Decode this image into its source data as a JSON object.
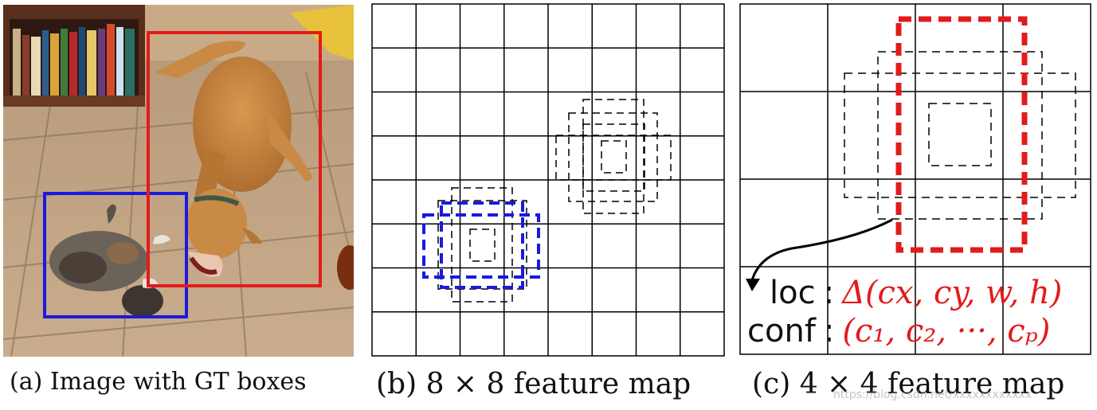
{
  "captions": {
    "a": "(a) Image with GT boxes",
    "b": "(b) 8 × 8 feature map",
    "c": "(c) 4 × 4 feature map"
  },
  "panel_c": {
    "loc_label": "loc",
    "loc_sep": ":",
    "loc_value": "Δ(cx, cy, w, h)",
    "conf_label": "conf",
    "conf_sep": ":",
    "conf_value": "(c₁, c₂, ···, cₚ)"
  },
  "watermark": "https://blog.csdn.net/xxxxxxxxxxxx",
  "colors": {
    "cat_box": "#1a1adf",
    "dog_box": "#e21b1b",
    "grid": "#000000",
    "label_red": "#e21b1b"
  },
  "objects": {
    "cat": "cat",
    "dog": "dog"
  }
}
